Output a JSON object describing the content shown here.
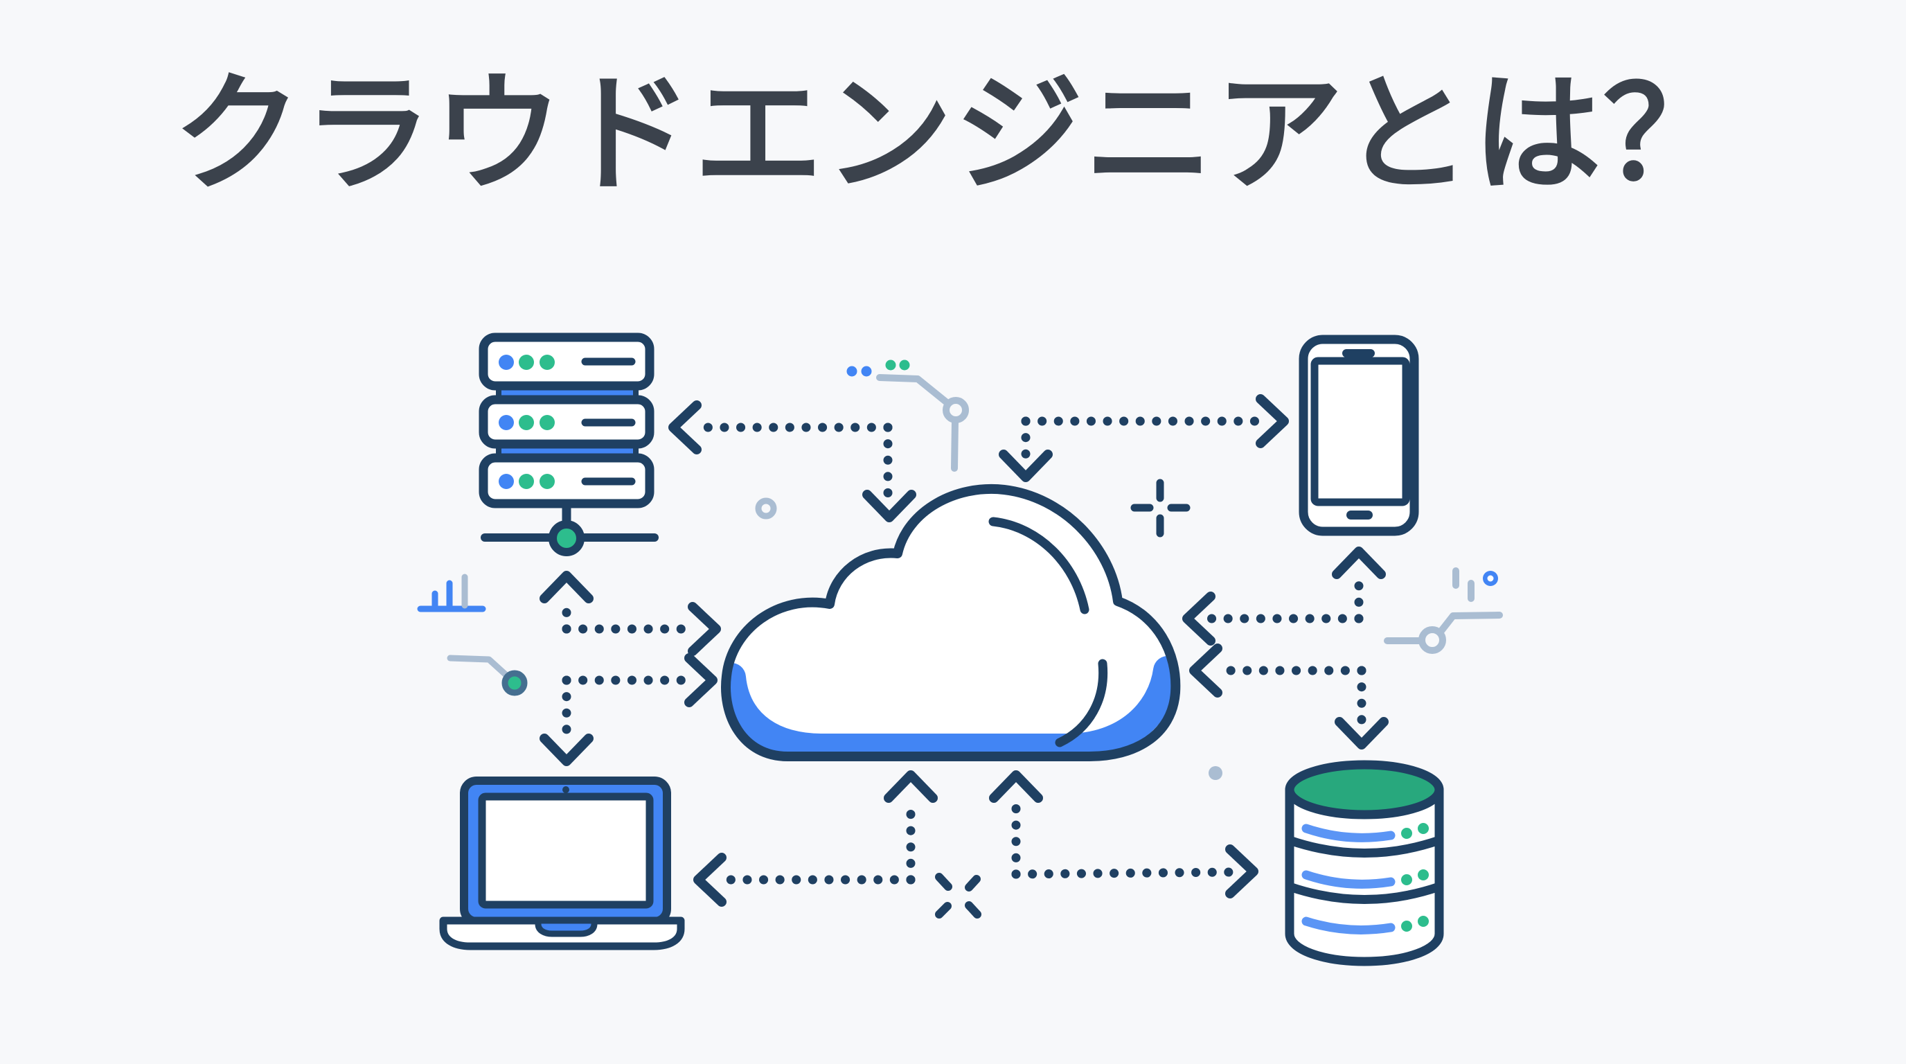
{
  "title": "クラウドエンジニアとは？",
  "diagram": {
    "center_node": "cloud-icon",
    "icons": [
      "server-rack-icon",
      "smartphone-icon",
      "laptop-icon",
      "database-icon",
      "cloud-icon",
      "bar-chart-icon",
      "circuit-node-icon",
      "crosshair-icon",
      "sparkle-x-icon",
      "ring-icon"
    ],
    "connections": [
      {
        "from": "cloud",
        "to": "server-rack",
        "style": "dotted",
        "arrowheads": "both"
      },
      {
        "from": "cloud",
        "to": "smartphone",
        "style": "dotted",
        "arrowheads": "both"
      },
      {
        "from": "smartphone",
        "to": "cloud",
        "style": "dotted",
        "arrowheads": "both"
      },
      {
        "from": "cloud",
        "to": "database",
        "style": "dotted",
        "arrowheads": "both"
      },
      {
        "from": "server-rack",
        "to": "cloud",
        "style": "dotted",
        "arrowheads": "both"
      },
      {
        "from": "laptop",
        "to": "cloud",
        "style": "dotted",
        "arrowheads": "both"
      },
      {
        "from": "cloud",
        "to": "laptop",
        "style": "dotted",
        "arrowheads": "both"
      },
      {
        "from": "cloud",
        "to": "database",
        "style": "dotted",
        "arrowheads": "both"
      }
    ]
  },
  "colors": {
    "background": "#f7f8fa",
    "title_color": "#3b424c",
    "navy": "#1f4062",
    "blue": "#4285f4",
    "blue_light": "#5b95f5",
    "green": "#2dbd8d",
    "teal": "#28a87d",
    "gray": "#aabdd2",
    "steel": "#456f90"
  }
}
